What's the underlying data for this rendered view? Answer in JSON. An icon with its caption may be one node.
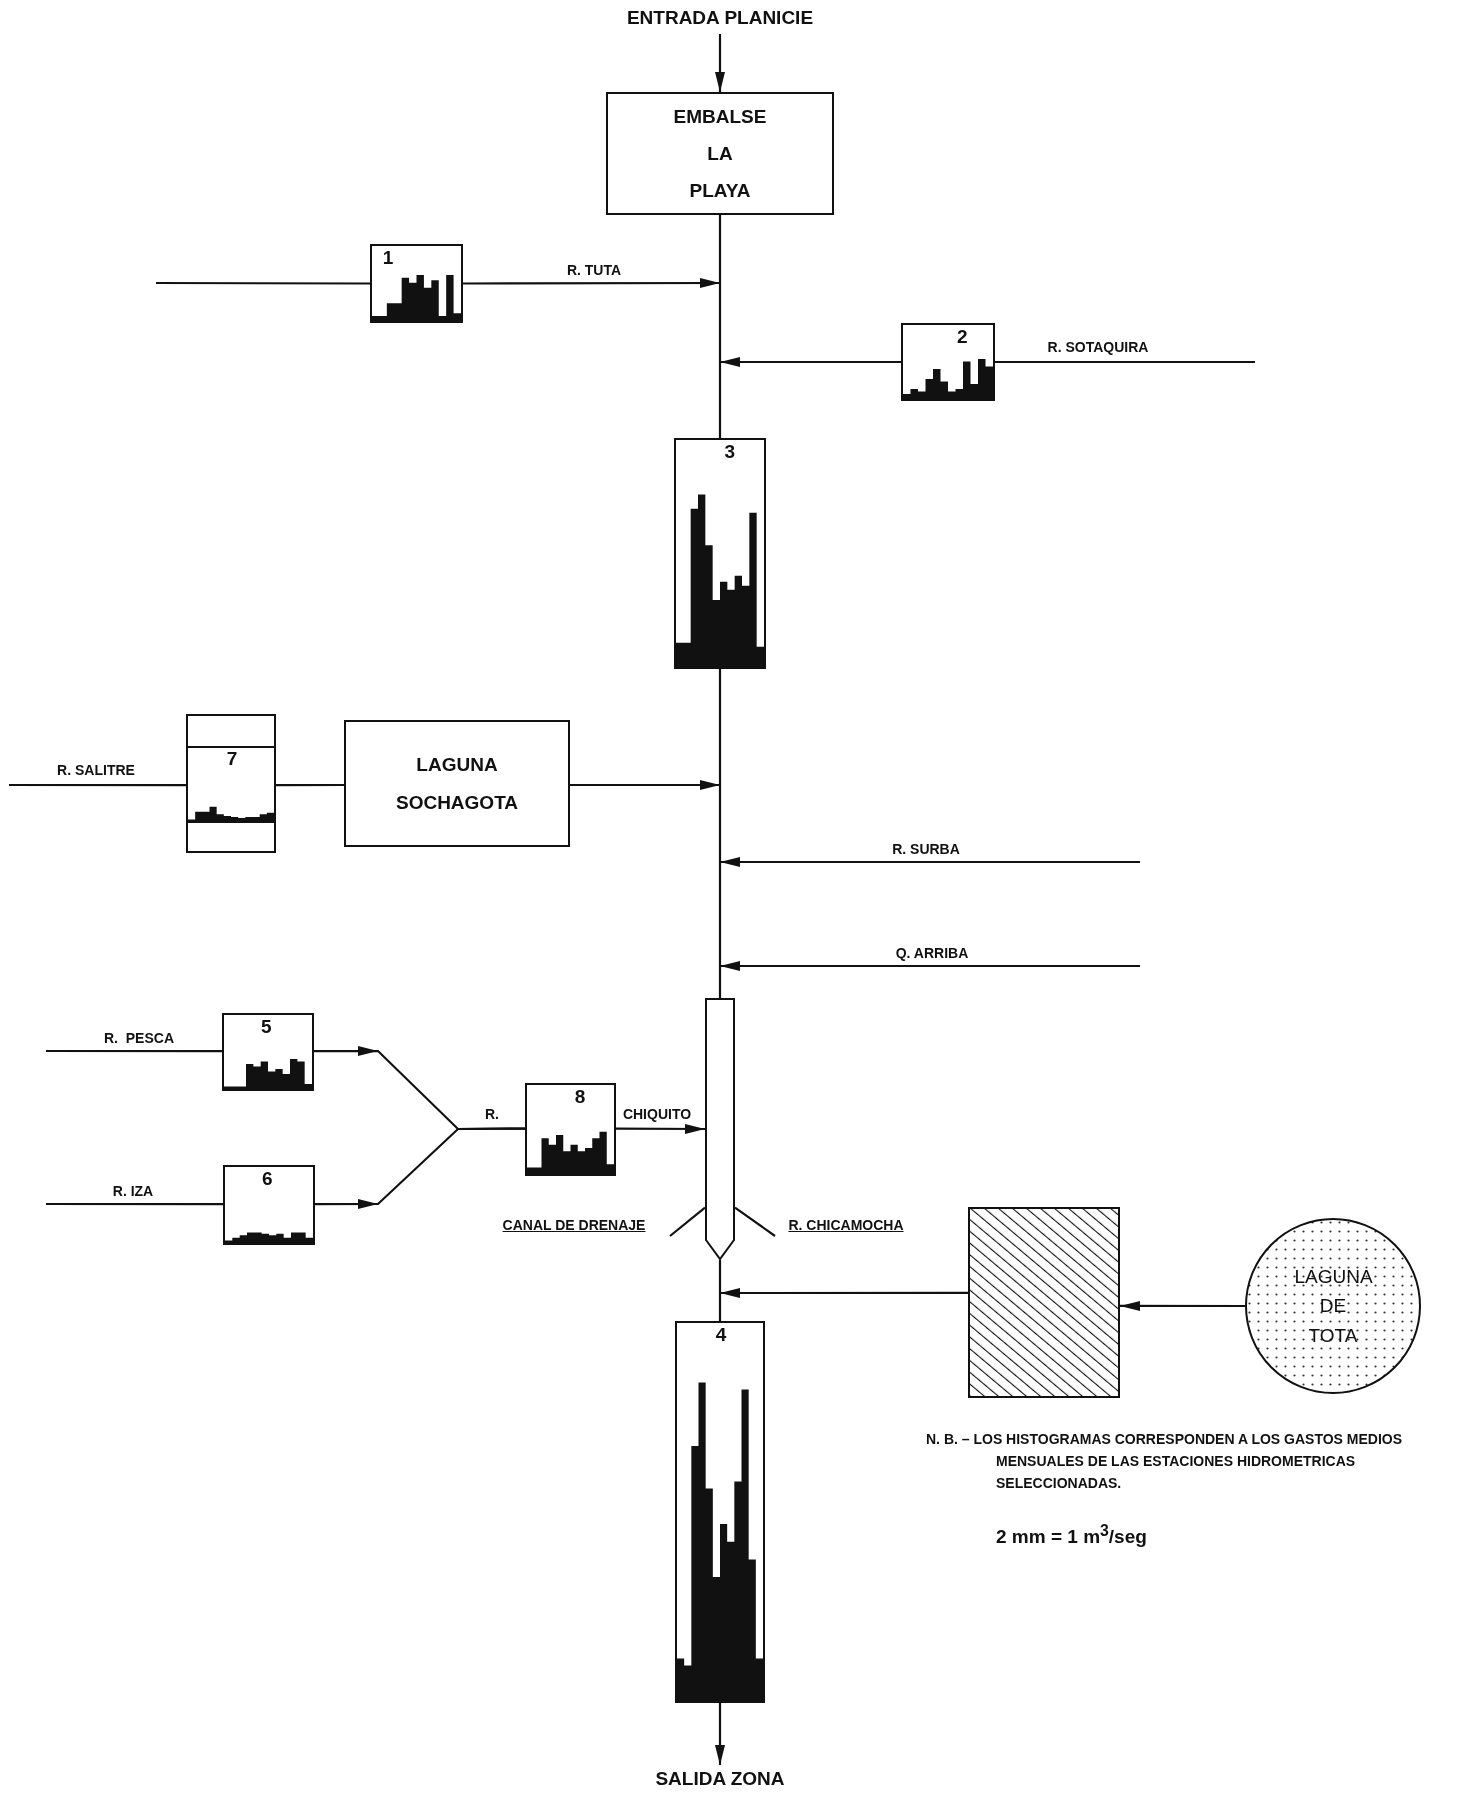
{
  "diagram": {
    "nodes": [
      {
        "text": [
          "ENTRADA PLANICIE"
        ]
      },
      {
        "text": [
          "EMBALSE LA PLAYA"
        ]
      },
      {
        "text": [
          "1"
        ]
      },
      {
        "text": [
          "2"
        ]
      },
      {
        "text": [
          "3"
        ]
      },
      {
        "text": [
          "7"
        ]
      },
      {
        "text": [
          "LAGUNA SOCHAGOTA"
        ]
      },
      {
        "text": [
          "5"
        ]
      },
      {
        "text": [
          "6"
        ]
      },
      {
        "text": [
          "8"
        ]
      },
      {
        "text": [],
        "shape": "bar"
      },
      {
        "text": [
          "CANAL DE DRENAJE"
        ]
      },
      {
        "text": [
          "R. CHICAMOCHA"
        ]
      },
      {
        "text": [],
        "shape": "box"
      },
      {
        "text": [
          "LAGUNA DE TOTA"
        ]
      },
      {
        "text": [
          "4"
        ]
      },
      {
        "text": [
          "SALIDA ZONA"
        ]
      },
      {
        "text": [
          "R. SURBA"
        ]
      },
      {
        "text": [
          "Q. ARRIBA"
        ]
      }
    ],
    "edges": [
      {
        "from": 0,
        "to": 1,
        "arrow": "to"
      },
      {
        "from": 1,
        "to": 4,
        "arrow": "none"
      },
      {
        "from": null,
        "to": 2,
        "arrow": "none"
      },
      {
        "from": 2,
        "to": null,
        "arrow": "to",
        "label": "R. TUTA"
      },
      {
        "from": null,
        "to": 3,
        "arrow": "none",
        "label": "R. SOTAQUIRA"
      },
      {
        "from": 3,
        "to": null,
        "arrow": "to"
      },
      {
        "from": 4,
        "to": 10,
        "arrow": "none"
      },
      {
        "from": null,
        "to": 5,
        "arrow": "none",
        "label": "R. SALITRE"
      },
      {
        "from": 5,
        "to": 6,
        "arrow": "none"
      },
      {
        "from": 6,
        "to": null,
        "arrow": "to"
      },
      {
        "from": 17,
        "to": null,
        "arrow": "to"
      },
      {
        "from": 18,
        "to": null,
        "arrow": "to"
      },
      {
        "from": null,
        "to": 7,
        "arrow": "none",
        "label": "R.  PESCA"
      },
      {
        "from": 7,
        "to": 9,
        "arrow": "to",
        "label": "R."
      },
      {
        "from": 8,
        "to": 9,
        "arrow": "to"
      },
      {
        "from": null,
        "to": 8,
        "arrow": "none",
        "label": "R. IZA"
      },
      {
        "from": 9,
        "to": 10,
        "arrow": "to",
        "label": "CHIQUITO"
      },
      {
        "from": 11,
        "to": 10,
        "arrow": "none"
      },
      {
        "from": 12,
        "to": 10,
        "arrow": "none"
      },
      {
        "from": 10,
        "to": 15,
        "arrow": "none"
      },
      {
        "from": 13,
        "to": null,
        "arrow": "to"
      },
      {
        "from": 14,
        "to": 13,
        "arrow": "to"
      },
      {
        "from": 15,
        "to": 16,
        "arrow": "to"
      }
    ],
    "labels": [
      "N. B. – LOS HISTOGRAMAS CORRESPONDEN A LOS GASTOS MEDIOS MENSUALES DE LAS ESTACIONES HIDROMETRICAS SELECCIONADAS.",
      "2 mm = 1 m$^{3}$/seg"
    ]
  }
}
